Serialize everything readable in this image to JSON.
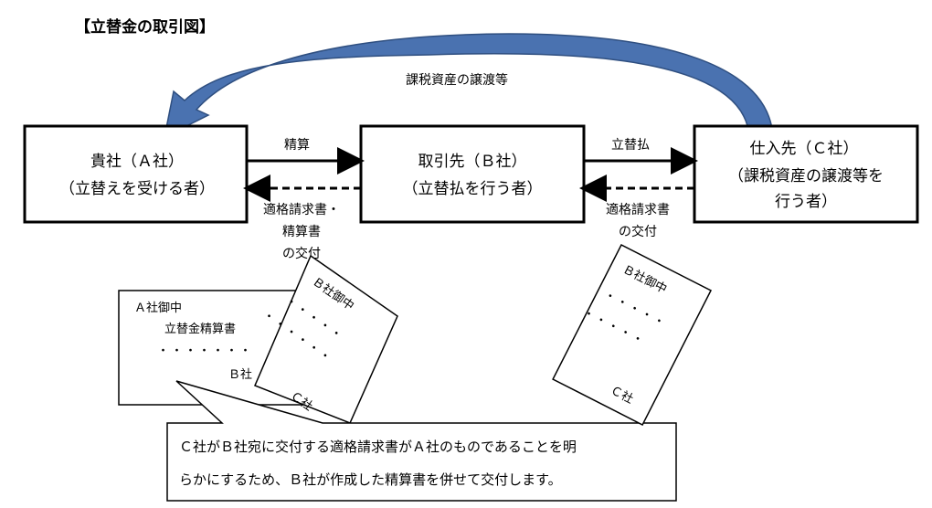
{
  "title": "【立替金の取引図】",
  "arc_label": "課税資産の譲渡等",
  "boxes": {
    "a": {
      "line1": "貴社（Ａ社）",
      "line2": "（立替えを受ける者）"
    },
    "b": {
      "line1": "取引先（Ｂ社）",
      "line2": "（立替払を行う者）"
    },
    "c": {
      "line1": "仕入先（Ｃ社）",
      "line2": "（課税資産の譲渡等を",
      "line3": "行う者）"
    }
  },
  "arrows": {
    "ab_label": "精算",
    "bc_label": "立替払",
    "ba_label": [
      "適格請求書・",
      "精算書",
      "の交付"
    ],
    "cb_label": [
      "適格請求書",
      "の交付"
    ]
  },
  "documents": {
    "settlement": {
      "addressee": "Ａ社御中",
      "title": "立替金精算書",
      "dots": "・・・・・・・",
      "issuer": "Ｂ社"
    },
    "invoice_forwarded": {
      "addressee": "Ｂ社御中",
      "dots1": "・・・・・",
      "dots2": "・・・・・・",
      "issuer": "Ｃ社"
    },
    "invoice": {
      "addressee": "Ｂ社御中",
      "dots1": "・・・・・",
      "dots2": "・・・・・",
      "issuer": "Ｃ社"
    }
  },
  "callout": {
    "line1": "Ｃ社がＢ社宛に交付する適格請求書がＡ社のものであることを明",
    "line2": "らかにするため、Ｂ社が作成した精算書を併せて交付します。"
  },
  "colors": {
    "arc": "#4a72b0",
    "arc_edge": "#2f4f80"
  }
}
